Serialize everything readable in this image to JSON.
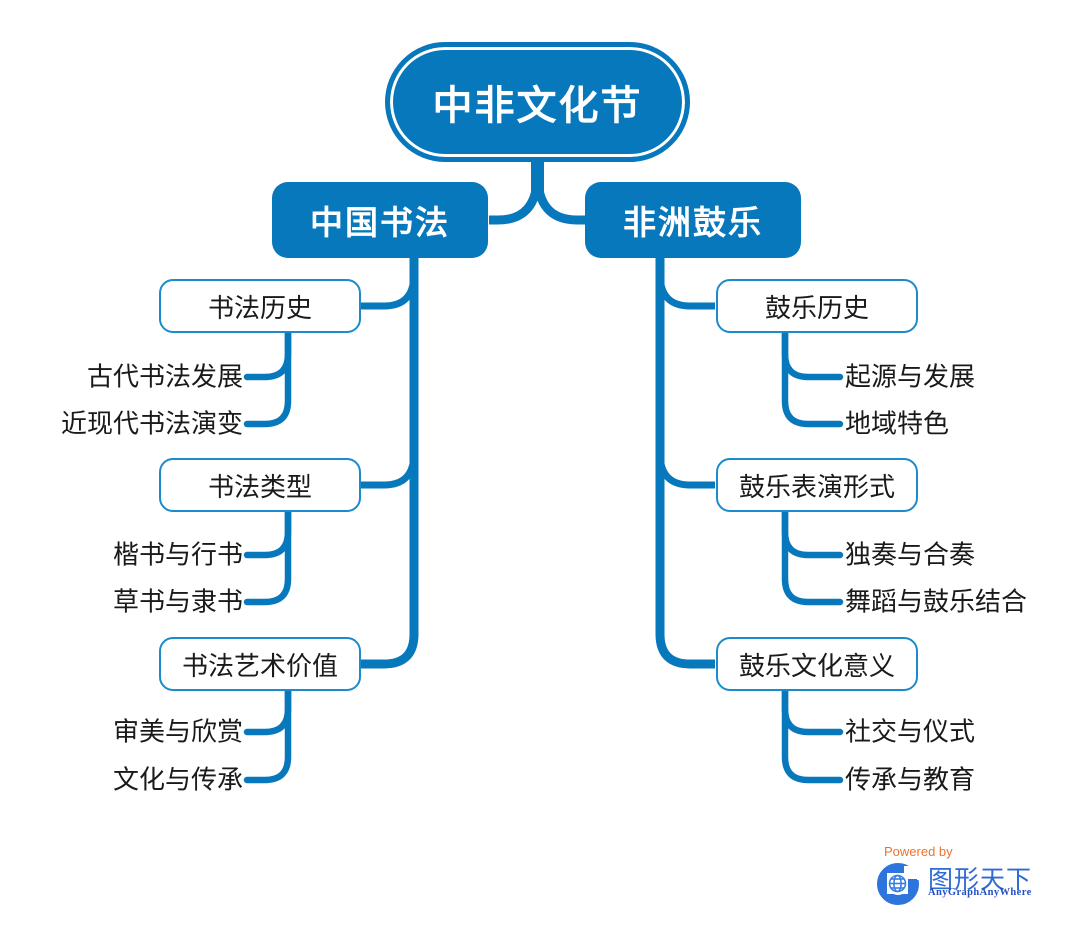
{
  "mindmap": {
    "root": {
      "label": "中非文化节"
    },
    "branches": [
      {
        "label": "中国书法",
        "side": "left",
        "topics": [
          {
            "label": "书法历史",
            "children": [
              "古代书法发展",
              "近现代书法演变"
            ]
          },
          {
            "label": "书法类型",
            "children": [
              "楷书与行书",
              "草书与隶书"
            ]
          },
          {
            "label": "书法艺术价值",
            "children": [
              "审美与欣赏",
              "文化与传承"
            ]
          }
        ]
      },
      {
        "label": "非洲鼓乐",
        "side": "right",
        "topics": [
          {
            "label": "鼓乐历史",
            "children": [
              "起源与发展",
              "地域特色"
            ]
          },
          {
            "label": "鼓乐表演形式",
            "children": [
              "独奏与合奏",
              "舞蹈与鼓乐结合"
            ]
          },
          {
            "label": "鼓乐文化意义",
            "children": [
              "社交与仪式",
              "传承与教育"
            ]
          }
        ]
      }
    ]
  },
  "watermark": {
    "powered_by": "Powered by",
    "brand_cn": "图形天下",
    "brand_en": "AnyGraphAnyWhere"
  },
  "colors": {
    "node_blue": "#0878BD",
    "topic_border_blue": "#1D8BCB",
    "text_black": "#1A1A1A",
    "powered_by_orange": "#F2712A",
    "brand_blue": "#2E6BD4"
  }
}
